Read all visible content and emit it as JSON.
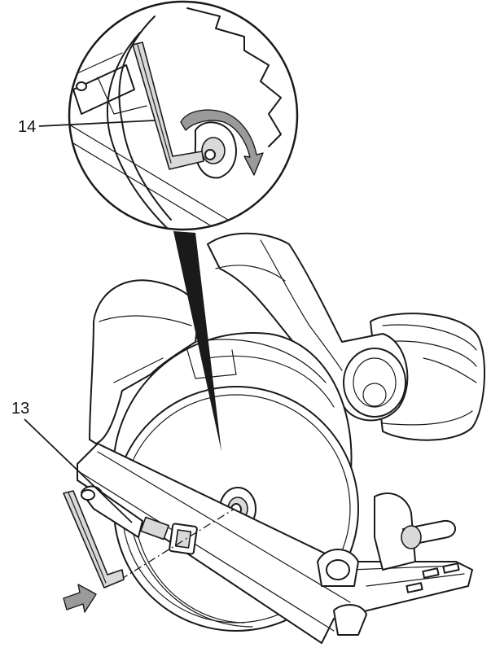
{
  "figure": {
    "callouts": [
      {
        "id": "14",
        "label": "14"
      },
      {
        "id": "13",
        "label": "13"
      }
    ]
  }
}
